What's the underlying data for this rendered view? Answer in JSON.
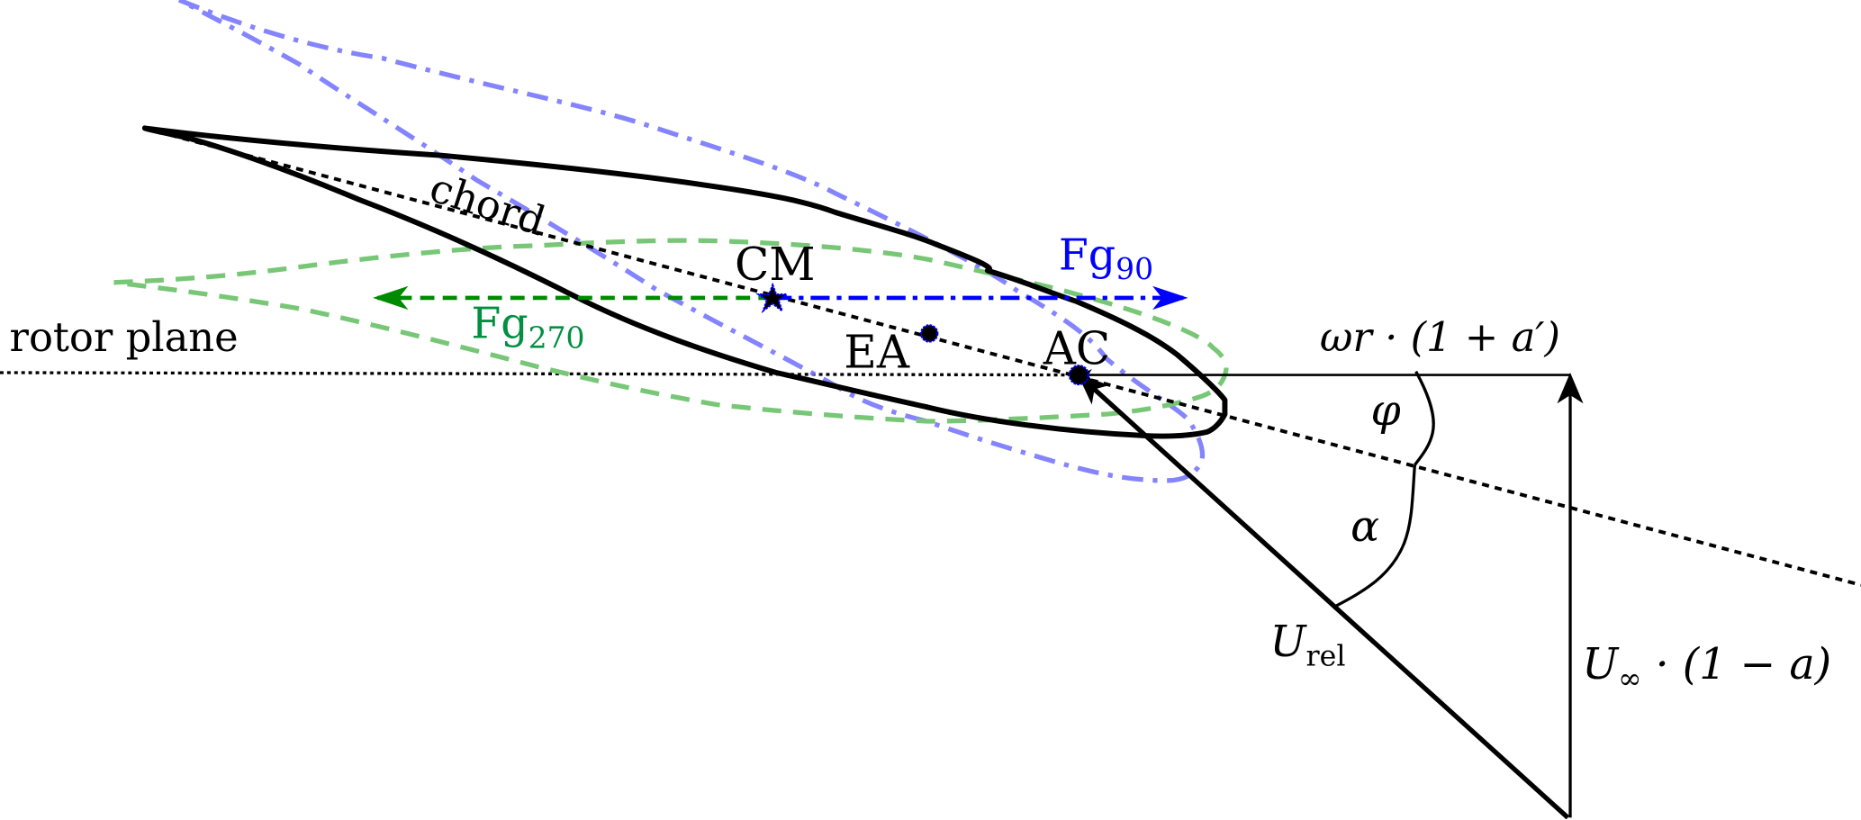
{
  "labels": {
    "rotor_plane": "rotor plane",
    "chord": "chord",
    "cm": "CM",
    "ea": "EA",
    "ac": "AC",
    "fg90_main": "Fg",
    "fg90_sub": "90",
    "fg270_main": "Fg",
    "fg270_sub": "270",
    "omega_r": "ωr · (1 + a′)",
    "phi": "φ",
    "alpha": "α",
    "u_rel_main": "U",
    "u_rel_sub": "rel",
    "u_inf_main": "U",
    "u_inf_sub": "∞",
    "u_inf_rest": " · (1 − a)"
  },
  "colors": {
    "airfoil": "#000000",
    "airfoil_90": "#7777ff",
    "airfoil_270": "#77c777",
    "fg90": "#0000ff",
    "fg270": "#008a00",
    "fg270_label": "#009040"
  }
}
